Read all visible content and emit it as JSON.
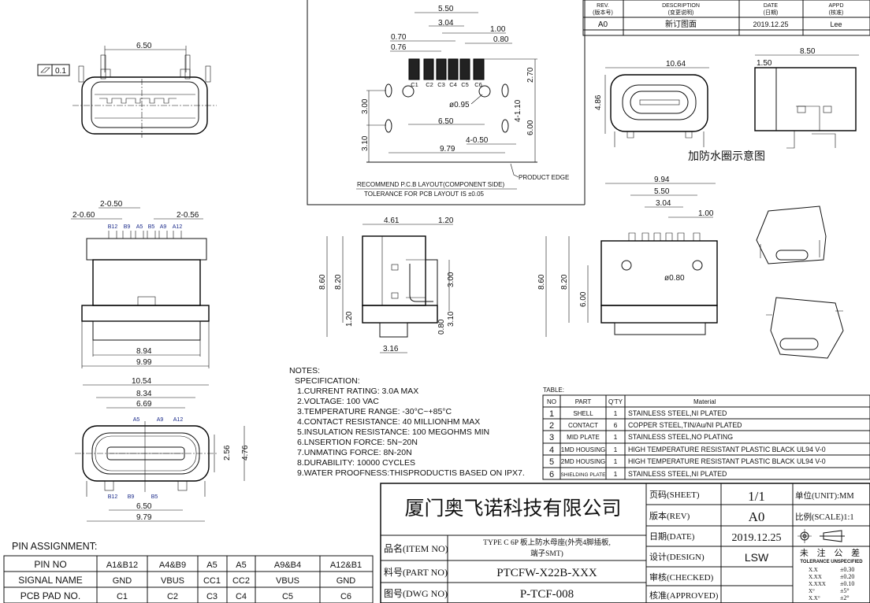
{
  "revision_table": {
    "headers": [
      {
        "en": "REV.",
        "cn": "(版本号)"
      },
      {
        "en": "DESCRIPTION",
        "cn": "(变更说明)"
      },
      {
        "en": "DATE",
        "cn": "(日期)"
      },
      {
        "en": "APPD",
        "cn": "(核准)"
      }
    ],
    "rows": [
      [
        "A0",
        "新订图面",
        "2019.12.25",
        "Lee"
      ]
    ]
  },
  "flatness": {
    "value": "0.1"
  },
  "front_top_view": {
    "dims": [
      "6.50"
    ]
  },
  "pcb_layout": {
    "dims": [
      "5.50",
      "3.04",
      "1.00",
      "0.70",
      "0.80",
      "0.76",
      "2.70",
      "3.00",
      "3.10",
      "6.50",
      "9.79",
      "4-0.50",
      "4-1.10",
      "6.00",
      "ø0.95"
    ],
    "pads": [
      "C1",
      "C2",
      "C3",
      "C4",
      "C5",
      "C6"
    ],
    "product_edge": "PRODUCT EDGE",
    "caption": "RECOMMEND P.C.B LAYOUT(COMPONENT SIDE)",
    "tolerance": "TOLERANCE FOR PCB LAYOUT IS ±0.05"
  },
  "waterproof_view": {
    "dims": [
      "10.64",
      "4.86",
      "8.50",
      "1.50"
    ],
    "caption": "加防水圈示意图"
  },
  "back_view": {
    "dims": [
      "2-0.50",
      "2-0.60",
      "2-0.56",
      "8.94",
      "9.99"
    ],
    "pins": [
      "B12",
      "B9",
      "A5",
      "B5",
      "A9",
      "A12"
    ]
  },
  "side_view": {
    "dims": [
      "4.61",
      "1.20",
      "8.60",
      "8.20",
      "1.20",
      "3.00",
      "3.10",
      "0.80",
      "3.16"
    ]
  },
  "bottom_view": {
    "dims": [
      "9.94",
      "5.50",
      "3.04",
      "1.00",
      "8.60",
      "8.20",
      "6.00",
      "ø0.80"
    ]
  },
  "front_bottom_view": {
    "dims": [
      "10.54",
      "8.34",
      "6.69",
      "2.56",
      "4.76",
      "6.50",
      "9.79"
    ],
    "top_pins": [
      "A5",
      "A9",
      "A12"
    ],
    "bottom_pins": [
      "B12",
      "B9",
      "B5"
    ]
  },
  "notes": {
    "title": "NOTES:",
    "subtitle": "SPECIFICATION:",
    "items": [
      "1.CURRENT RATING: 3.0A MAX",
      "2.VOLTAGE: 100 VAC",
      "3.TEMPERATURE RANGE: -30°C~+85°C",
      "4.CONTACT RESISTANCE: 40 MILLIONHM MAX",
      "5.INSULATION RESISTANCE: 100 MEGOHMS MIN",
      "6.LNSERTION FORCE: 5N~20N",
      "7.UNMATING FORCE: 8N-20N",
      "8.DURABILITY: 10000 CYCLES",
      "9.WATER PROOFNESS:THISPRODUCTIS BASED ON IPX7."
    ]
  },
  "material_table": {
    "title": "TABLE:",
    "headers": [
      "NO",
      "PART",
      "Q'TY",
      "Material"
    ],
    "rows": [
      [
        "1",
        "SHELL",
        "1",
        "STAINLESS  STEEL,NI  PLATED"
      ],
      [
        "2",
        "CONTACT",
        "6",
        "COPPER  STEEL,TIN/Au/NI  PLATED"
      ],
      [
        "3",
        "MID PLATE",
        "1",
        "STAINLESS  STEEL,NO  PLATING"
      ],
      [
        "4",
        "1MD HOUSING",
        "1",
        "HIGH  TEMPERATURE  RESISTANT  PLASTIC  BLACK  UL94  V-0"
      ],
      [
        "5",
        "2MD HOUSING",
        "1",
        "HIGH  TEMPERATURE  RESISTANT  PLASTIC  BLACK  UL94  V-0"
      ],
      [
        "6",
        "SHIELDING PLATE",
        "1",
        "STAINLESS  STEEL,NI  PLATED"
      ]
    ]
  },
  "pin_assignment": {
    "title": "PIN ASSIGNMENT:",
    "rows": [
      [
        "PIN NO",
        "A1&B12",
        "A4&B9",
        "A5",
        "A5",
        "A9&B4",
        "A12&B1"
      ],
      [
        "SIGNAL NAME",
        "GND",
        "VBUS",
        "CC1",
        "CC2",
        "VBUS",
        "GND"
      ],
      [
        "PCB PAD NO.",
        "C1",
        "C2",
        "C3",
        "C4",
        "C5",
        "C6"
      ]
    ]
  },
  "title_block": {
    "company": "厦门奥飞诺科技有限公司",
    "item_label": "品名(ITEM NO)",
    "item_value_1": "TYPE C 6P 板上防水母座(外壳4脚插板,",
    "item_value_2": "端子SMT)",
    "part_label": "料号(PART NO)",
    "part_value": "PTCFW-X22B-XXX",
    "dwg_label": "图号(DWG NO)",
    "dwg_value": "P-TCF-008",
    "sheet_label": "页码(SHEET)",
    "sheet_value": "1/1",
    "rev_label": "版本(REV)",
    "rev_value": "A0",
    "date_label": "日期(DATE)",
    "date_value": "2019.12.25",
    "design_label": "设计(DESIGN)",
    "design_value": "LSW",
    "checked_label": "审核(CHECKED)",
    "checked_value": "",
    "approved_label": "核准(APPROVED)",
    "approved_value": "",
    "unit": "单位(UNIT):MM",
    "scale": "比例(SCALE)1:1",
    "tolerance_title": "未 注 公 差",
    "tolerance_subtitle": "TOLERANCE UNSPECIFIED",
    "tolerances": [
      [
        "X.X",
        "±0.30"
      ],
      [
        "X.XX",
        "±0.20"
      ],
      [
        "X.XXX",
        "±0.10"
      ],
      [
        "X°",
        "±5°"
      ],
      [
        "X.X°",
        "±2°"
      ]
    ]
  }
}
